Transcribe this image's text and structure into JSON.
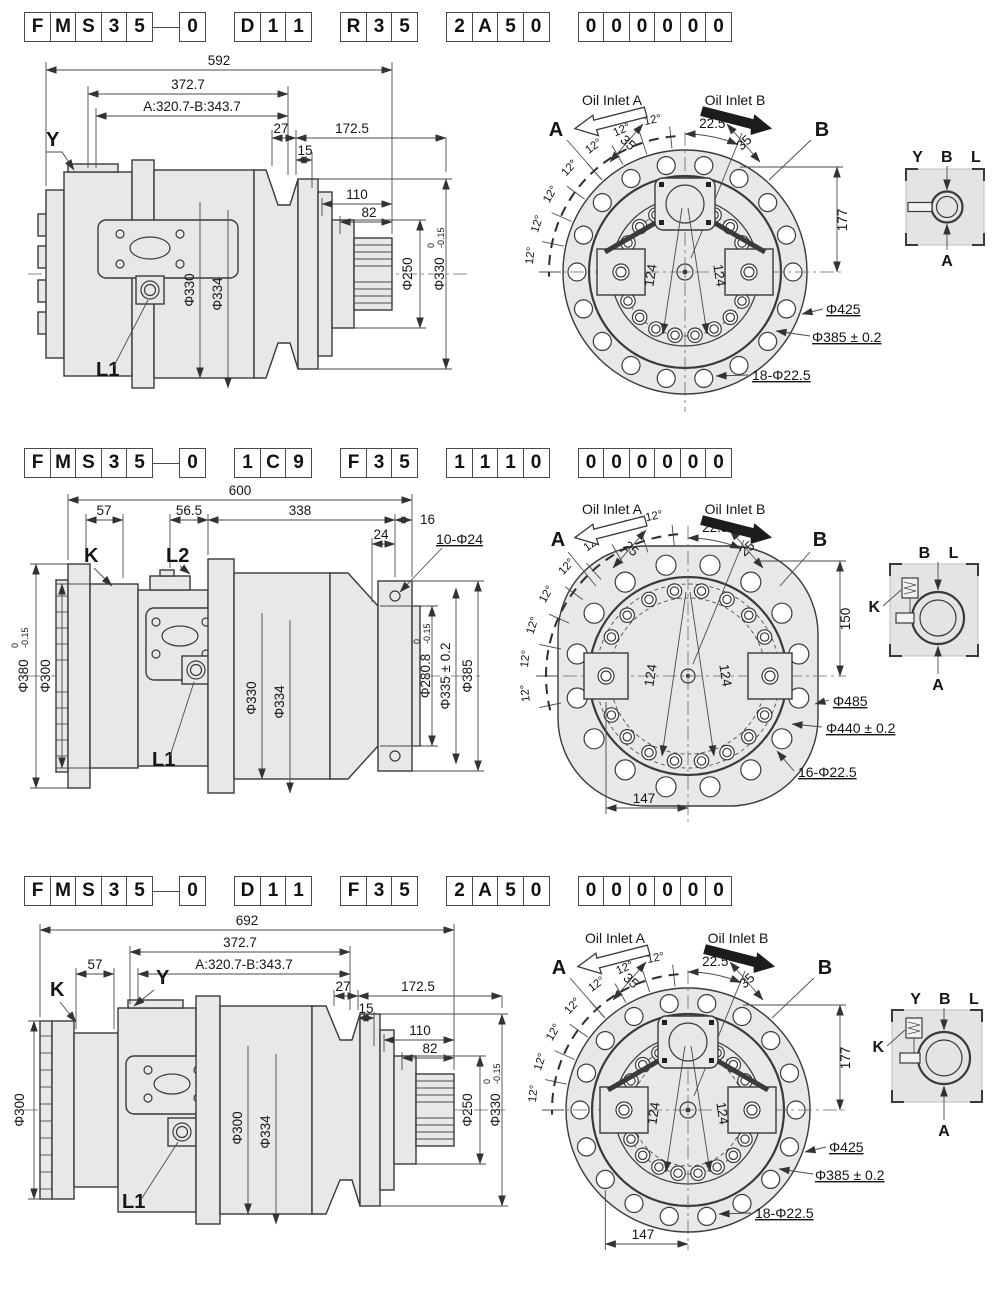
{
  "page": {
    "background": "#ffffff",
    "ink": "#3a3a3a",
    "metal_fill": "#e8e8e8"
  },
  "sections": [
    {
      "code": {
        "g1": [
          "F",
          "M",
          "S",
          "3",
          "5"
        ],
        "g2": [
          "0"
        ],
        "g3": [
          "D",
          "1",
          "1"
        ],
        "g4": [
          "R",
          "3",
          "5"
        ],
        "g5": [
          "2",
          "A",
          "5",
          "0"
        ],
        "g6": [
          "0",
          "0",
          "0",
          "0",
          "0",
          "0"
        ]
      },
      "side": {
        "label_y": "Y",
        "label_l1": "L1",
        "d_overall": "592",
        "d_len1": "372.7",
        "d_ab": "A:320.7-B:343.7",
        "d_27": "27",
        "d_1725": "172.5",
        "d_15": "15",
        "d_110": "110",
        "d_82": "82",
        "dia_a": "Φ330",
        "dia_b": "Φ334",
        "dia_shaft": "Φ250",
        "dia_pilot": "Φ330",
        "pilot_tol_top": "0",
        "pilot_tol_bot": "-0.15"
      },
      "front": {
        "oil_a": "Oil Inlet A",
        "oil_b": "Oil Inlet B",
        "label_a": "A",
        "label_b": "B",
        "angle": "22.5°",
        "offset_a": "35",
        "offset_b": "35",
        "step": "12°",
        "radius_l": "124",
        "radius_r": "124",
        "height": "177",
        "dia_outer": "Φ425",
        "dia_bolt": "Φ385 ± 0.2",
        "holes": "18-Φ22.5"
      },
      "schematic": {
        "top": "Y B L",
        "bottom": "A"
      }
    },
    {
      "code": {
        "g1": [
          "F",
          "M",
          "S",
          "3",
          "5"
        ],
        "g2": [
          "0"
        ],
        "g3": [
          "1",
          "C",
          "9"
        ],
        "g4": [
          "F",
          "3",
          "5"
        ],
        "g5": [
          "1",
          "1",
          "1",
          "0"
        ],
        "g6": [
          "0",
          "0",
          "0",
          "0",
          "0",
          "0"
        ]
      },
      "side": {
        "label_k": "K",
        "label_l2": "L2",
        "label_l1": "L1",
        "d_overall": "600",
        "d_57": "57",
        "d_565": "56.5",
        "d_338": "338",
        "d_16": "16",
        "d_24": "24",
        "d_holes": "10-Φ24",
        "dia_hub": "Φ380",
        "hub_tol_top": "0",
        "hub_tol_bot": "-0.15",
        "dia_hub_inner": "Φ300",
        "dia_a": "Φ330",
        "dia_b": "Φ334",
        "dia_c": "Φ280.8",
        "c_tol_top": "0",
        "c_tol_bot": "-0.15",
        "dia_d": "Φ335 ± 0.2",
        "dia_e": "Φ385"
      },
      "front": {
        "oil_a": "Oil Inlet A",
        "oil_b": "Oil Inlet B",
        "label_a": "A",
        "label_b": "B",
        "angle": "22.5°",
        "offset_a": "25",
        "offset_b": "25",
        "step": "12°",
        "radius_l": "124",
        "radius_r": "124",
        "height": "150",
        "dia_outer": "Φ485",
        "dia_bolt": "Φ440 ± 0.2",
        "holes": "16-Φ22.5",
        "d_width": "147"
      },
      "schematic": {
        "top": "B L",
        "left": "K",
        "bottom": "A"
      }
    },
    {
      "code": {
        "g1": [
          "F",
          "M",
          "S",
          "3",
          "5"
        ],
        "g2": [
          "0"
        ],
        "g3": [
          "D",
          "1",
          "1"
        ],
        "g4": [
          "F",
          "3",
          "5"
        ],
        "g5": [
          "2",
          "A",
          "5",
          "0"
        ],
        "g6": [
          "0",
          "0",
          "0",
          "0",
          "0",
          "0"
        ]
      },
      "side": {
        "label_k": "K",
        "label_y": "Y",
        "label_l1": "L1",
        "d_overall": "692",
        "d_57": "57",
        "d_len1": "372.7",
        "d_ab": "A:320.7-B:343.7",
        "d_27": "27",
        "d_1725": "172.5",
        "d_15": "15",
        "d_110": "110",
        "d_82": "82",
        "dia_hub": "Φ300",
        "dia_a": "Φ300",
        "dia_b": "Φ334",
        "dia_shaft": "Φ250",
        "dia_pilot": "Φ330",
        "pilot_tol_top": "0",
        "pilot_tol_bot": "-0.15"
      },
      "front": {
        "oil_a": "Oil Inlet A",
        "oil_b": "Oil Inlet B",
        "label_a": "A",
        "label_b": "B",
        "angle": "22.5°",
        "offset_a": "35",
        "offset_b": "35",
        "step": "12°",
        "radius_l": "124",
        "radius_r": "124",
        "height": "177",
        "dia_outer": "Φ425",
        "dia_bolt": "Φ385 ± 0.2",
        "holes": "18-Φ22.5",
        "d_width": "147"
      },
      "schematic": {
        "top": "Y B L",
        "left": "K",
        "bottom": "A"
      }
    }
  ]
}
